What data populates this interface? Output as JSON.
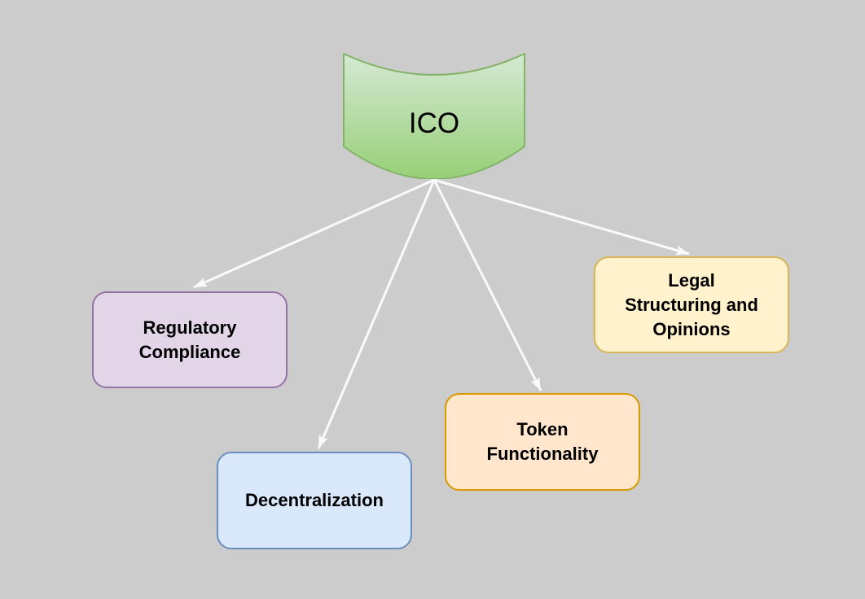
{
  "diagram": {
    "background_color": "#cccccc",
    "arrow_color": "#fafafa"
  },
  "root_node": {
    "label": "ICO",
    "shape": "stored-data-curved-rectangle",
    "fill_top": "#d5e8d4",
    "fill_bottom": "#97d077",
    "stroke": "#82b366"
  },
  "nodes": [
    {
      "label": "Regulatory\nCompliance",
      "fill": "#e1d5e7",
      "stroke": "#9673a6"
    },
    {
      "label": "Decentralization",
      "fill": "#dae8fc",
      "stroke": "#6c8ebf"
    },
    {
      "label": "Token\nFunctionality",
      "fill": "#ffe6cc",
      "stroke": "#d79b00"
    },
    {
      "label": "Legal\nStructuring and\nOpinions",
      "fill": "#fff2cc",
      "stroke": "#d6b656"
    }
  ],
  "edges": [
    {
      "from": "ICO",
      "to": "Regulatory Compliance"
    },
    {
      "from": "ICO",
      "to": "Decentralization"
    },
    {
      "from": "ICO",
      "to": "Token Functionality"
    },
    {
      "from": "ICO",
      "to": "Legal Structuring and Opinions"
    }
  ]
}
